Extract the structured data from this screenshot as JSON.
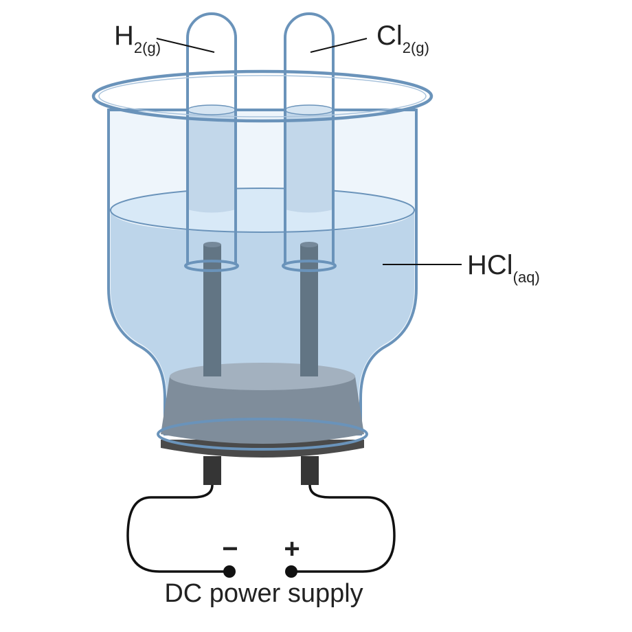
{
  "labels": {
    "hydrogen": {
      "main": "H",
      "sub": "2(g)"
    },
    "chlorine": {
      "main": "Cl",
      "sub": "2(g)"
    },
    "solution": {
      "main": "HCl",
      "sub": "(aq)"
    },
    "negative": "−",
    "positive": "+",
    "caption": "DC power supply"
  },
  "colors": {
    "glass_stroke": "#6a93ba",
    "glass_fill": "#eef5fb",
    "liquid": "#bdd5ea",
    "liquid_surface": "#d8e9f7",
    "tube_gas": "#c2d7ea",
    "electrode": "#627584",
    "base_top": "#a3b1bf",
    "base_body": "#7f8d9b",
    "base_bottom": "#4a4a4a",
    "terminal": "#353535",
    "wire": "#111111"
  }
}
